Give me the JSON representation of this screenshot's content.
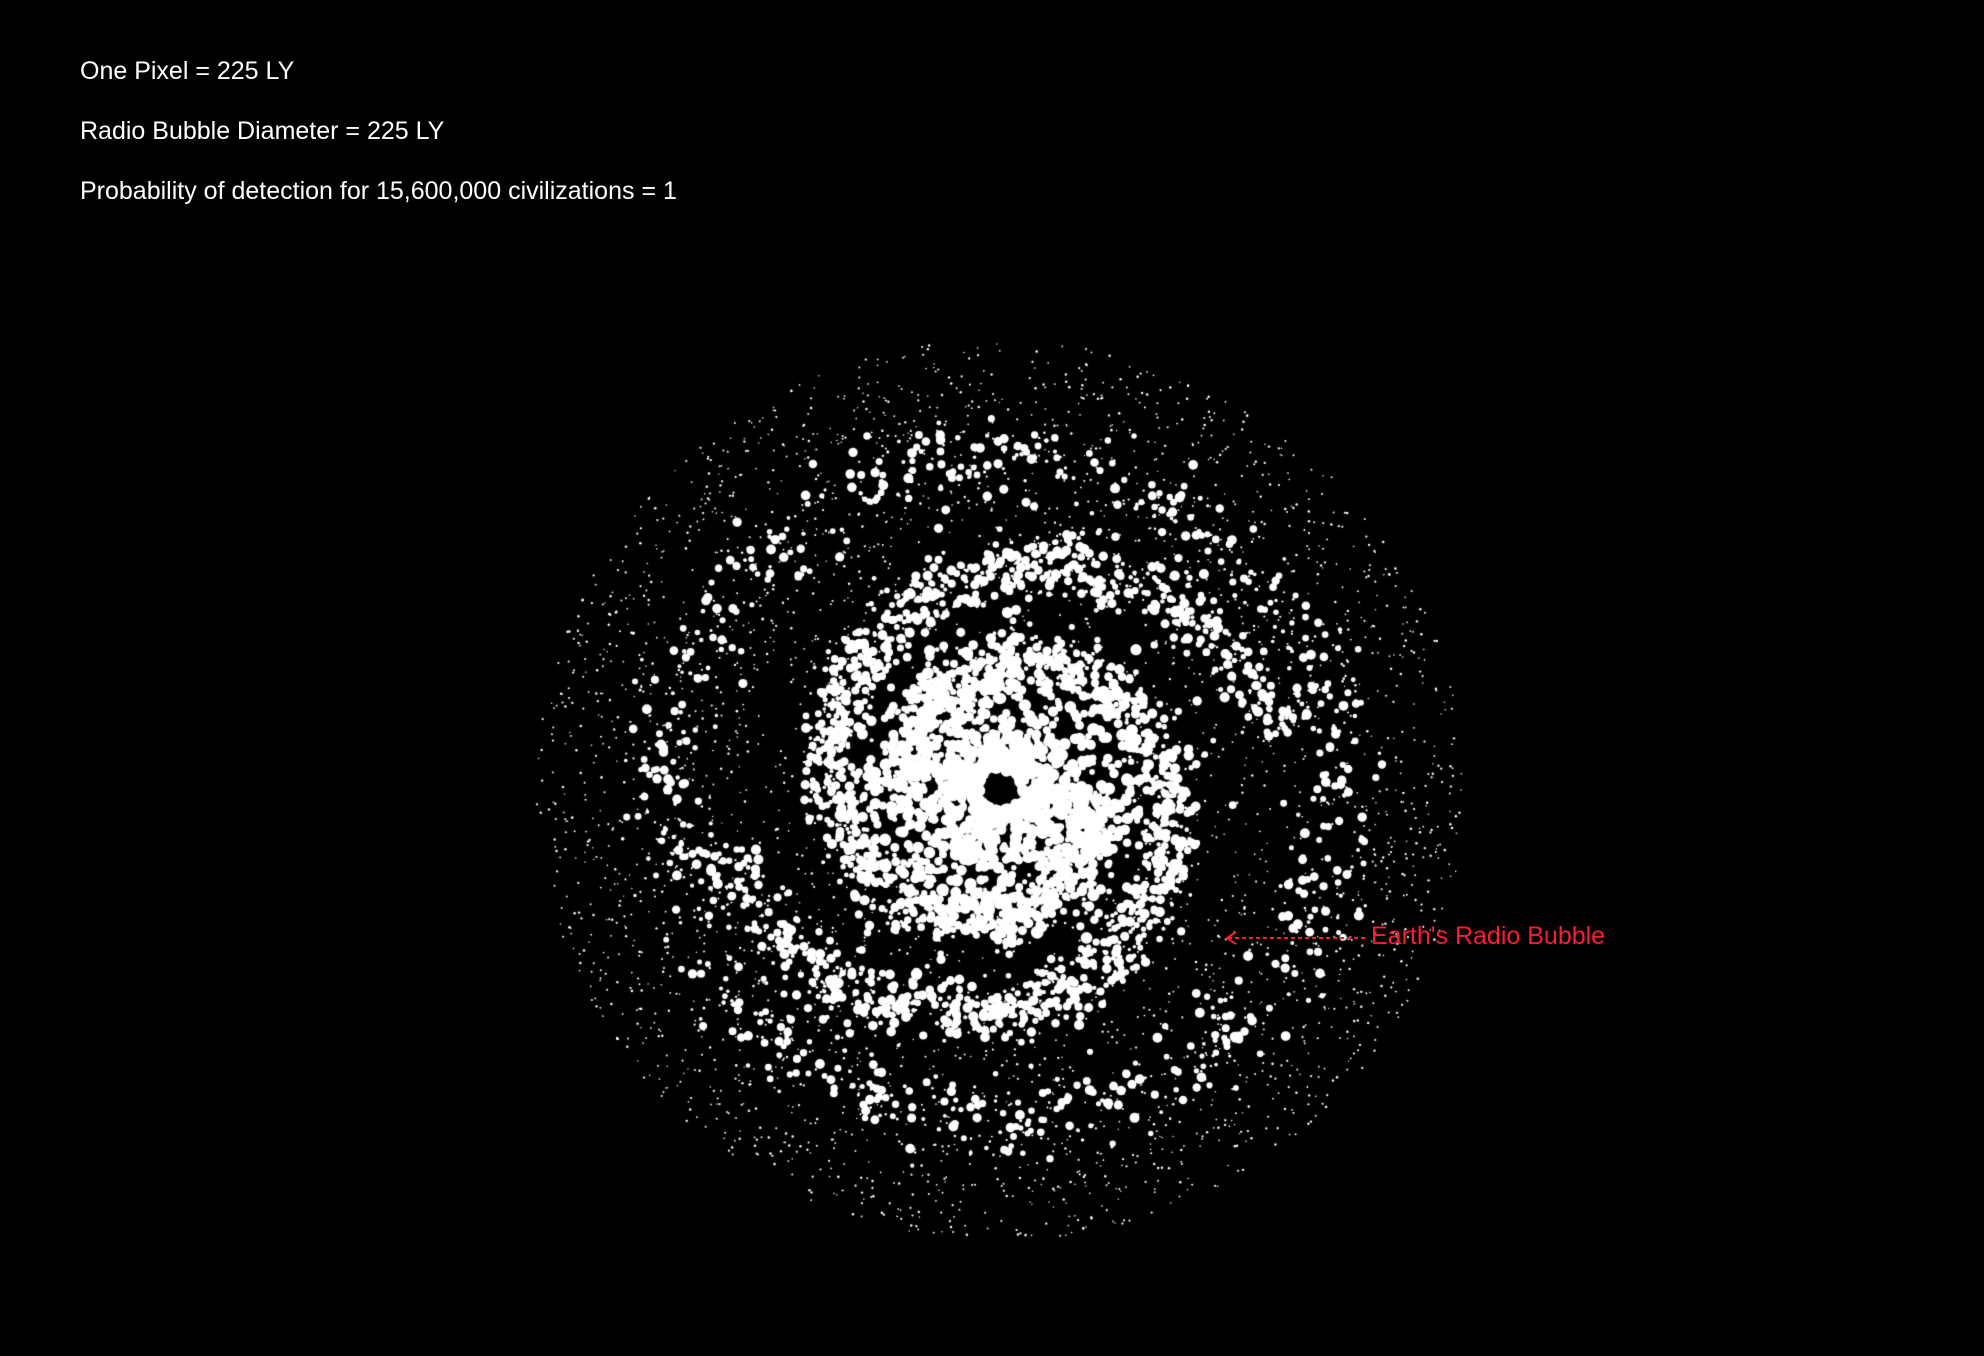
{
  "info": {
    "pixel_scale": "One Pixel = 225 LY",
    "bubble_diameter": "Radio Bubble Diameter = 225 LY",
    "detection_probability": "Probability of detection for 15,600,000 civilizations = 1"
  },
  "earth_marker": {
    "label": "Earth's Radio Bubble"
  },
  "colors": {
    "background": "#000000",
    "text": "#ffffff",
    "stars": "#ffffff",
    "earth_marker": "#ff1a33"
  }
}
